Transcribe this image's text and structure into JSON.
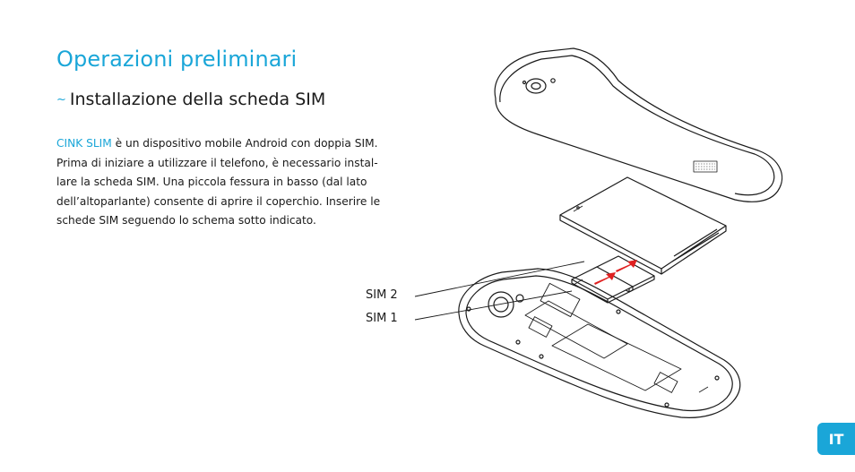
{
  "page": {
    "title": "Operazioni preliminari",
    "section": {
      "bullet": "~",
      "heading": "Installazione della scheda SIM"
    },
    "body": {
      "brand": "CINK SLIM",
      "lines": [
        " è un dispositivo mobile Android con doppia SIM.",
        "Prima di iniziare a utilizzare il telefono, è necessario instal-",
        "lare la scheda SIM. Una piccola fessura in basso (dal lato",
        "dell’altoparlante) consente di aprire il coperchio. Inserire le",
        "schede SIM seguendo lo schema sotto indicato."
      ]
    },
    "labels": {
      "sim2": "SIM 2",
      "sim1": "SIM 1"
    },
    "language_badge": "IT",
    "colors": {
      "accent": "#1aa6d8",
      "text": "#1a1a1a",
      "sim_arrow": "#e02020"
    }
  }
}
